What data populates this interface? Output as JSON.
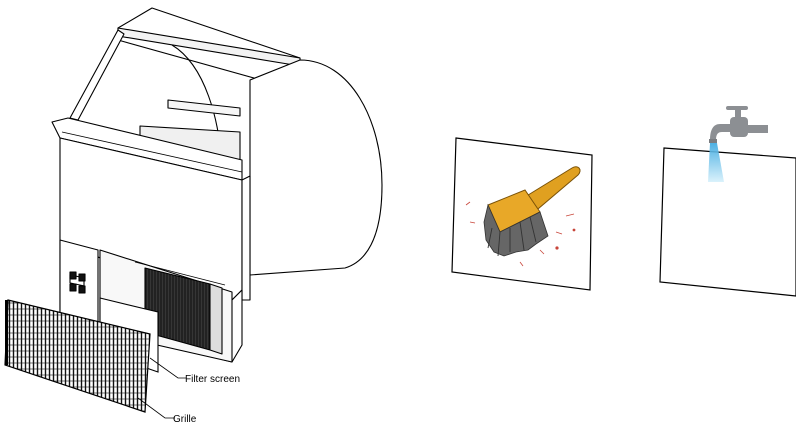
{
  "diagram": {
    "callouts": [
      {
        "id": "filter-screen",
        "text": "Filter screen"
      },
      {
        "id": "grille",
        "text": "Grille"
      }
    ],
    "panels": [
      {
        "id": "brush-panel",
        "icon": "brush-icon",
        "meaning": "brush off dust"
      },
      {
        "id": "faucet-panel",
        "icon": "faucet-icon",
        "meaning": "rinse with water"
      }
    ],
    "colors": {
      "line": "#000000",
      "brush_handle": "#e0a020",
      "bristles": "#555555",
      "faucet": "#8c8f93",
      "water": "#8fd0ee"
    }
  }
}
